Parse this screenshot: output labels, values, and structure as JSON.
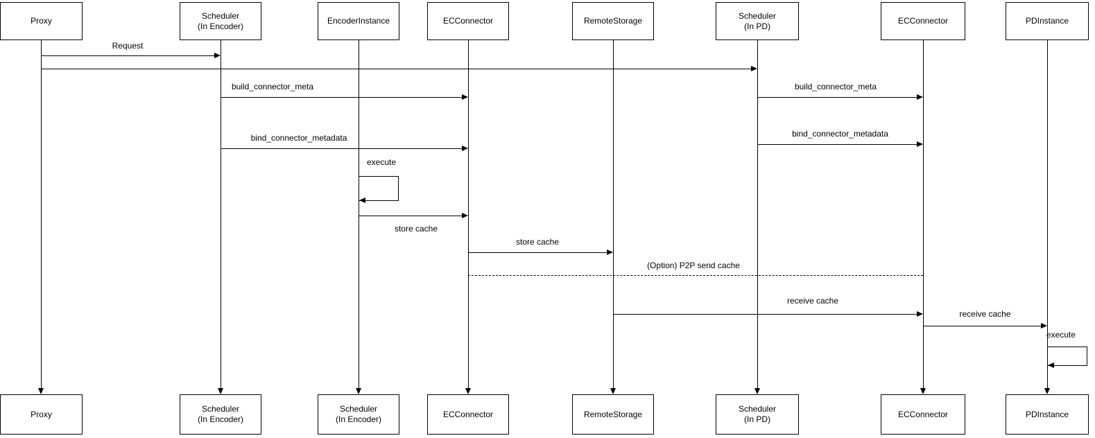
{
  "diagram_type": "uml-sequence-diagram",
  "colors": {
    "background": "#ffffff",
    "line": "#000000",
    "text": "#000000"
  },
  "actors_top": [
    {
      "label": "Proxy"
    },
    {
      "label": "Scheduler\n(In Encoder)"
    },
    {
      "label": "EncoderInstance"
    },
    {
      "label": "ECConnector"
    },
    {
      "label": "RemoteStorage"
    },
    {
      "label": "Scheduler\n(In PD)"
    },
    {
      "label": "ECConnector"
    },
    {
      "label": "PDInstance"
    }
  ],
  "actors_bottom": [
    {
      "label": "Proxy"
    },
    {
      "label": "Scheduler\n(In Encoder)"
    },
    {
      "label": "Scheduler\n(In Encoder)"
    },
    {
      "label": "ECConnector"
    },
    {
      "label": "RemoteStorage"
    },
    {
      "label": "Scheduler\n(In PD)"
    },
    {
      "label": "ECConnector"
    },
    {
      "label": "PDInstance"
    }
  ],
  "messages": [
    {
      "label": "Request",
      "from": "Proxy",
      "to": "Scheduler (In Encoder)",
      "line": "solid",
      "arrow": true
    },
    {
      "label": "",
      "from": "Proxy",
      "to": "Scheduler (In PD)",
      "line": "solid",
      "arrow": true
    },
    {
      "label": "build_connector_meta",
      "from": "Scheduler (In Encoder)",
      "to": "ECConnector",
      "line": "solid",
      "arrow": true
    },
    {
      "label": "build_connector_meta",
      "from": "Scheduler (In PD)",
      "to": "ECConnector",
      "line": "solid",
      "arrow": true
    },
    {
      "label": "bind_connector_metadata",
      "from": "Scheduler (In Encoder)",
      "to": "ECConnector",
      "line": "solid",
      "arrow": true
    },
    {
      "label": "bind_connector_metadata",
      "from": "Scheduler (In PD)",
      "to": "ECConnector",
      "line": "solid",
      "arrow": true
    },
    {
      "label": "execute",
      "from": "EncoderInstance",
      "to": "EncoderInstance",
      "line": "solid",
      "arrow": true,
      "self": true
    },
    {
      "label": "store cache",
      "from": "EncoderInstance",
      "to": "ECConnector",
      "line": "solid",
      "arrow": true
    },
    {
      "label": "store cache",
      "from": "ECConnector",
      "to": "RemoteStorage",
      "line": "solid",
      "arrow": true
    },
    {
      "label": "(Option) P2P send cache",
      "from": "ECConnector",
      "to": "ECConnector (PD side)",
      "line": "dashed",
      "arrow": false
    },
    {
      "label": "receive cache",
      "from": "RemoteStorage",
      "to": "ECConnector (PD side)",
      "line": "solid",
      "arrow": true
    },
    {
      "label": "receive cache",
      "from": "ECConnector (PD side)",
      "to": "PDInstance",
      "line": "solid",
      "arrow": true
    },
    {
      "label": "execute",
      "from": "PDInstance",
      "to": "PDInstance",
      "line": "solid",
      "arrow": true,
      "self": true
    }
  ]
}
